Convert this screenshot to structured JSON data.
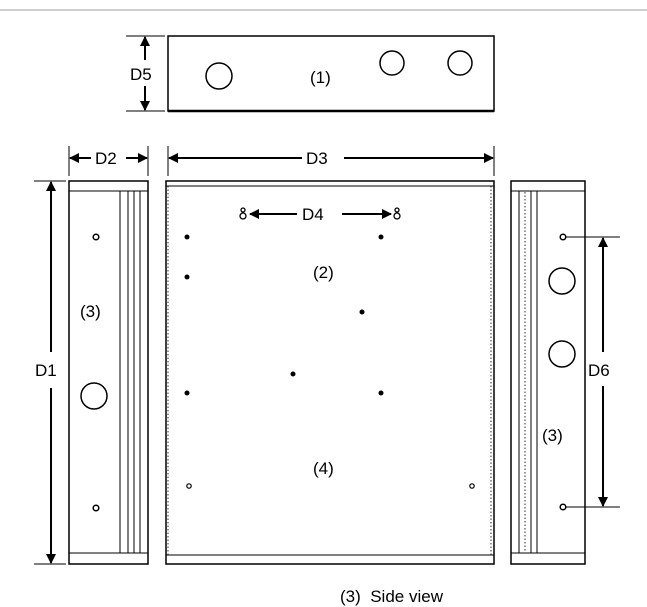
{
  "dimensions": {
    "d1": "D1",
    "d2": "D2",
    "d3": "D3",
    "d4": "D4",
    "d5": "D5",
    "d6": "D6"
  },
  "parts": {
    "top": "(1)",
    "back": "(2)",
    "side_left": "(3)",
    "side_right": "(3)",
    "back_lower": "(4)"
  },
  "caption": "(3)  Side view",
  "colors": {
    "line": "#000000",
    "divider": "#cfcfcf"
  }
}
